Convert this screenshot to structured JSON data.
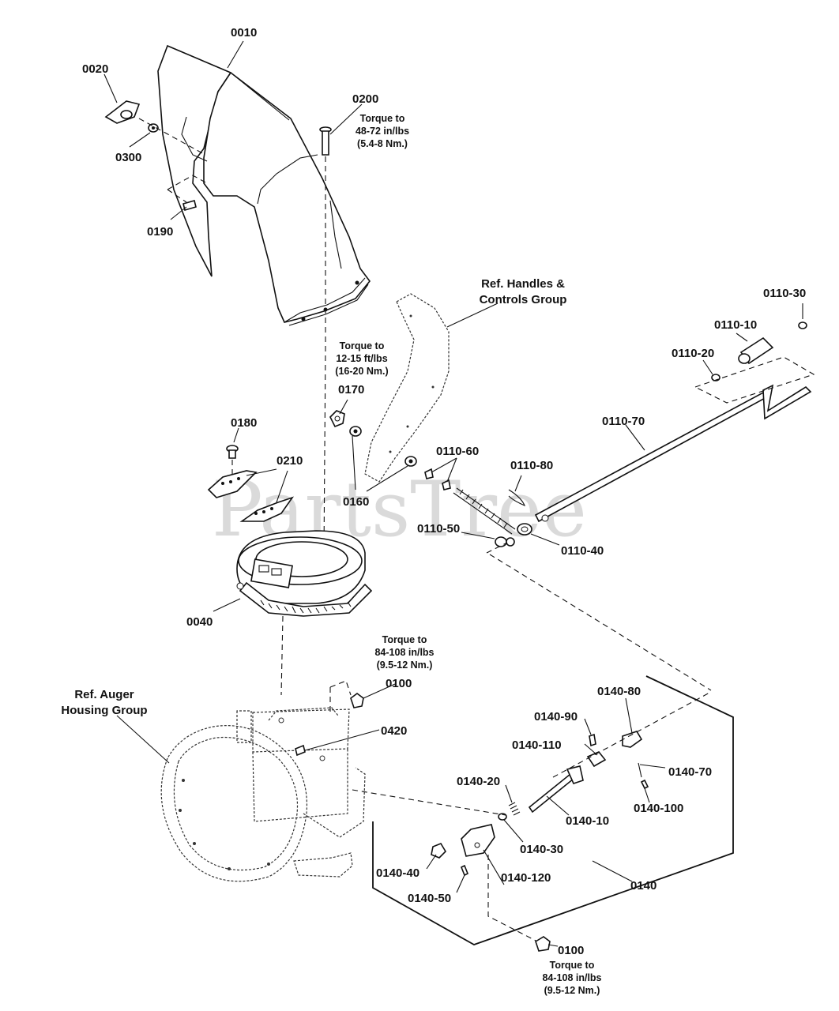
{
  "watermark": "PartsTree",
  "labels": {
    "p0010": "0010",
    "p0020": "0020",
    "p0300": "0300",
    "p0200": "0200",
    "p0190": "0190",
    "p0170": "0170",
    "p0180": "0180",
    "p0210": "0210",
    "p0160": "0160",
    "p0040": "0040",
    "p0110_60": "0110-60",
    "p0110_80": "0110-80",
    "p0110_50": "0110-50",
    "p0110_40": "0110-40",
    "p0110_70": "0110-70",
    "p0110_30": "0110-30",
    "p0110_10": "0110-10",
    "p0110_20": "0110-20",
    "p0100_top": "0100",
    "p0420": "0420",
    "p0140_80": "0140-80",
    "p0140_90": "0140-90",
    "p0140_110": "0140-110",
    "p0140_70": "0140-70",
    "p0140_20": "0140-20",
    "p0140_10": "0140-10",
    "p0140_100": "0140-100",
    "p0140_30": "0140-30",
    "p0140_40": "0140-40",
    "p0140_120": "0140-120",
    "p0140": "0140",
    "p0140_50": "0140-50",
    "p0100_bottom": "0100"
  },
  "notes": {
    "torque_0200": [
      "Torque to",
      "48-72 in/lbs",
      "(5.4-8 Nm.)"
    ],
    "torque_0170": [
      "Torque to",
      "12-15 ft/lbs",
      "(16-20 Nm.)"
    ],
    "torque_0100_top": [
      "Torque to",
      "84-108 in/lbs",
      "(9.5-12 Nm.)"
    ],
    "torque_0100_bottom": [
      "Torque to",
      "84-108 in/lbs",
      "(9.5-12 Nm.)"
    ],
    "ref_handles": [
      "Ref. Handles &",
      "Controls Group"
    ],
    "ref_auger": [
      "Ref. Auger",
      "Housing Group"
    ]
  }
}
